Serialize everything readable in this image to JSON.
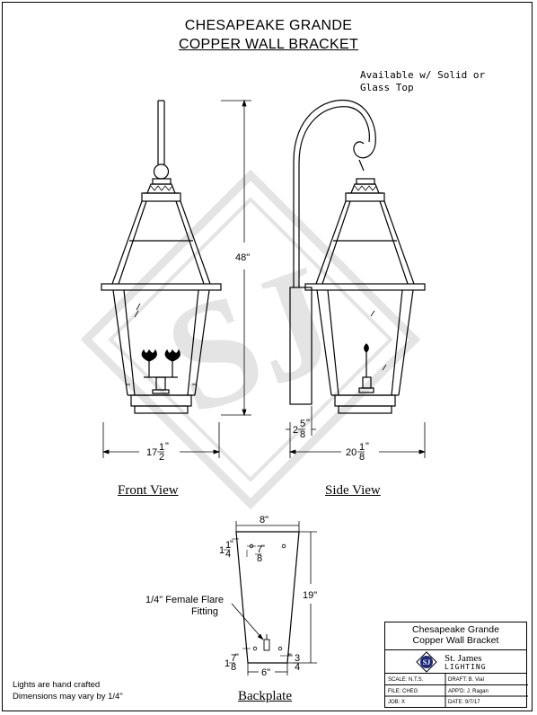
{
  "title": {
    "line1": "CHESAPEAKE GRANDE",
    "line2": "COPPER WALL BRACKET"
  },
  "note": "Available w/ Solid or\nGlass Top",
  "views": {
    "front": "Front View",
    "side": "Side View",
    "backplate": "Backplate"
  },
  "dimensions": {
    "height": "48\"",
    "front_width_whole": "17",
    "front_width_num": "1",
    "front_width_den": "2",
    "front_width_unit": "\"",
    "side_width_whole": "20",
    "side_width_num": "1",
    "side_width_den": "8",
    "side_width_unit": "\"",
    "offset_whole": "2",
    "offset_num": "5",
    "offset_den": "8",
    "offset_unit": "\"",
    "bp_top": "8\"",
    "bp_height": "19\"",
    "bp_bottom": "6\"",
    "bp_topleft_whole": "1",
    "bp_topleft_num": "1",
    "bp_topleft_den": "4",
    "bp_topleft_unit": "\"",
    "bp_topright_num": "7",
    "bp_topright_den": "8",
    "bp_topright_unit": "\"",
    "bp_botleft_whole": "1",
    "bp_botleft_num": "7",
    "bp_botleft_den": "8",
    "bp_botleft_unit": "\"",
    "bp_botright_num": "3",
    "bp_botright_den": "4",
    "bp_botright_unit": "\""
  },
  "fitting_label": {
    "line1": "1/4\" Female Flare",
    "line2": "Fitting"
  },
  "footnotes": {
    "line1": "Lights are hand crafted",
    "line2": "Dimensions may vary by 1/4\""
  },
  "watermark": "SJ",
  "title_block": {
    "name_line1": "Chesapeake Grande",
    "name_line2": "Copper Wall Bracket",
    "logo_text": "SJ",
    "company": "St. James",
    "lighting": "LIGHTING",
    "scale": "SCALE: N.T.S.",
    "draft": "DRAFT: B. Vial",
    "file": "FILE: CHEG",
    "appd": "APP'D: J. Ragan",
    "job": "JOB: X",
    "date": "DATE: 9/7/17"
  }
}
